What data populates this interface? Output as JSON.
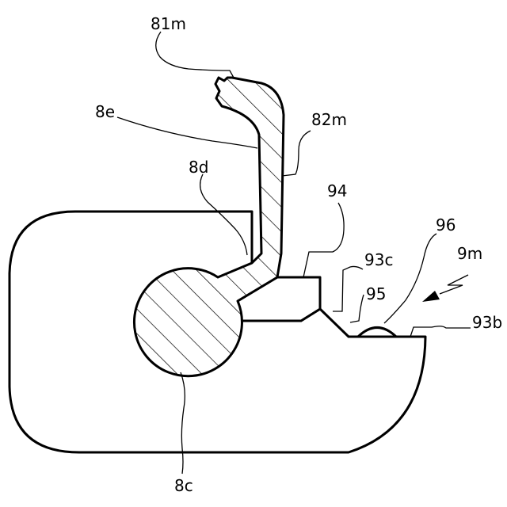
{
  "diagram": {
    "labels": {
      "l81m": "81m",
      "l82m": "82m",
      "l8e": "8e",
      "l8d": "8d",
      "l8c": "8c",
      "l94": "94",
      "l93c": "93c",
      "l95": "95",
      "l96": "96",
      "l9m": "9m",
      "l93b": "93b"
    }
  }
}
